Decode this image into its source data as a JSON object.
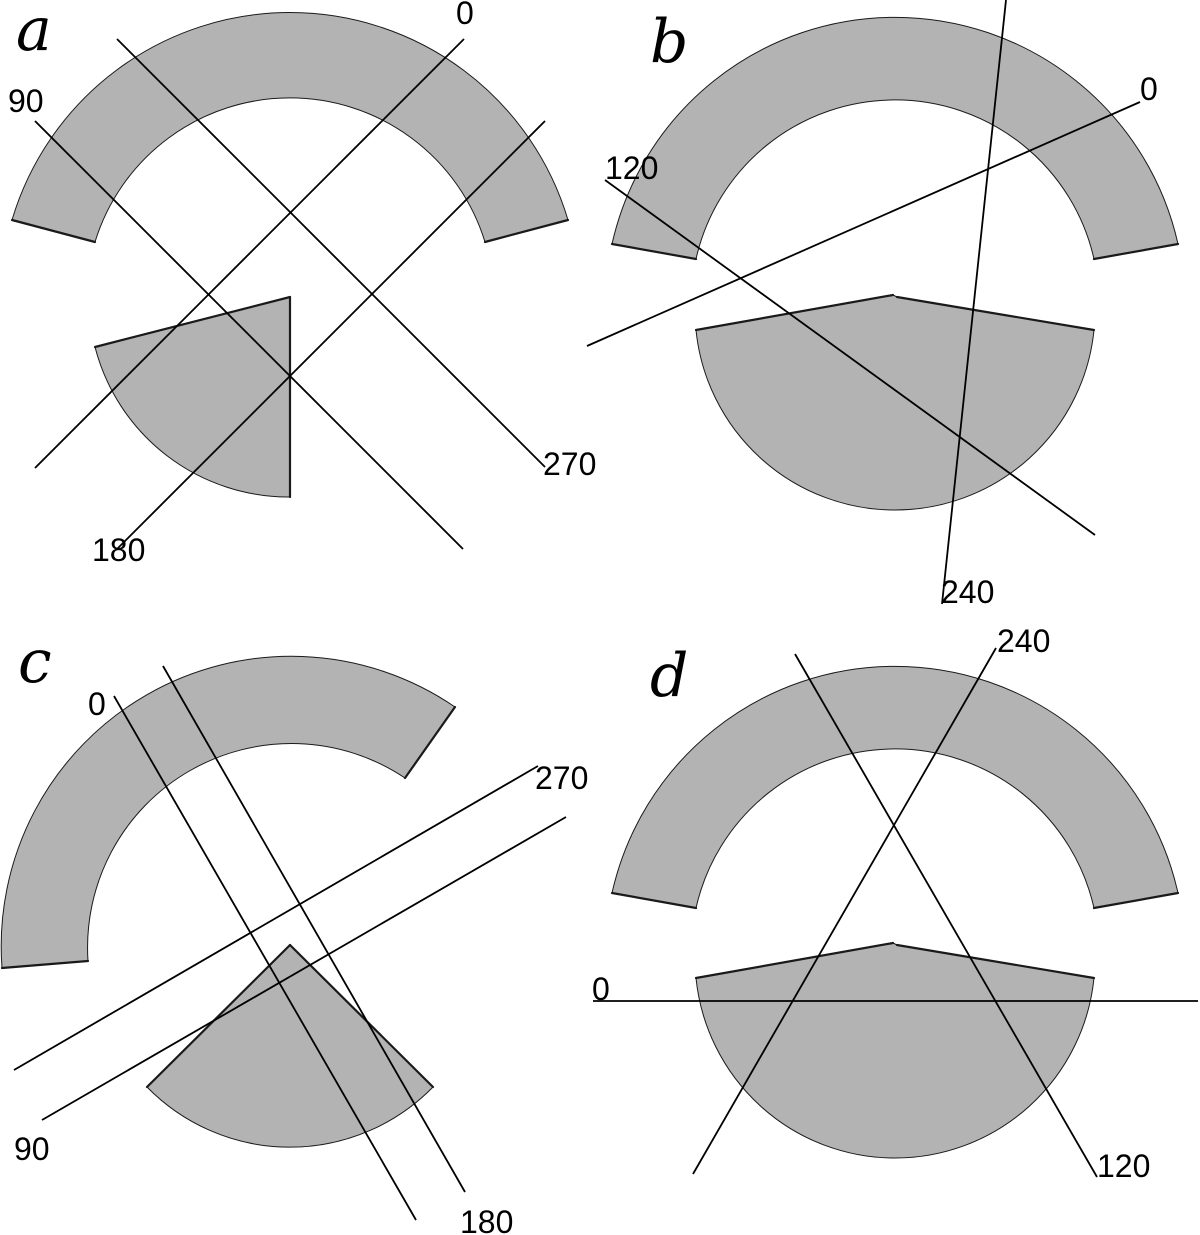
{
  "panels": [
    {
      "id": "a",
      "label": "a",
      "angles": [
        "0",
        "90",
        "180",
        "270"
      ]
    },
    {
      "id": "b",
      "label": "b",
      "angles": [
        "0",
        "120",
        "240"
      ]
    },
    {
      "id": "c",
      "label": "c",
      "angles": [
        "0",
        "90",
        "180",
        "270"
      ]
    },
    {
      "id": "d",
      "label": "d",
      "angles": [
        "0",
        "120",
        "240"
      ]
    }
  ]
}
